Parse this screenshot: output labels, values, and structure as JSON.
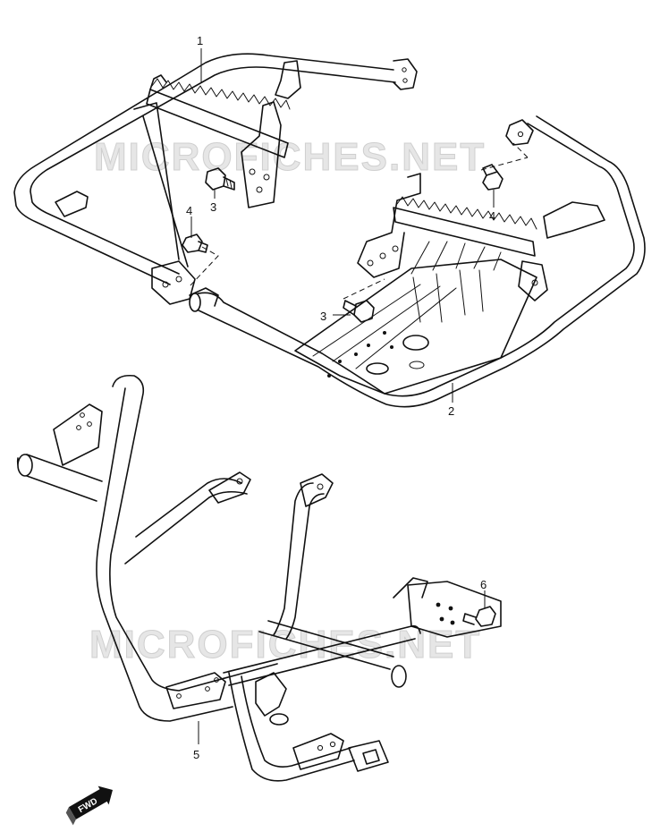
{
  "watermark": {
    "text_top": "MICROFICHES.NET",
    "text_bottom": "MICROFICHES.NET"
  },
  "callouts": {
    "part_1": "1",
    "part_2": "2",
    "part_3_upper": "3",
    "part_3_lower": "3",
    "part_4_left": "4",
    "part_4_right": "4",
    "part_5": "5",
    "part_6": "6"
  },
  "direction_arrow": {
    "label": "FWD",
    "icon": "fwd-arrow-icon"
  }
}
